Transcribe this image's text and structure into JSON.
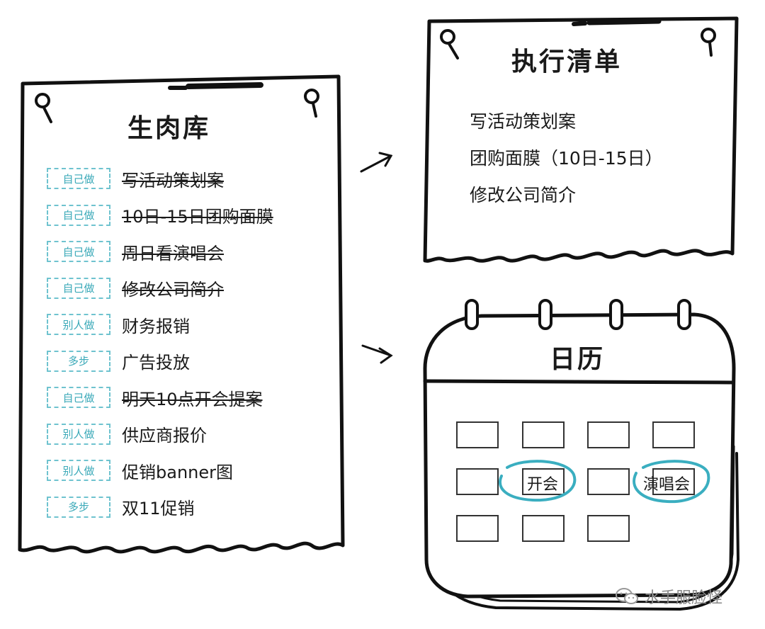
{
  "left_card": {
    "title": "生肉库",
    "items": [
      {
        "tag": "自己做",
        "text": "写活动策划案",
        "done": true
      },
      {
        "tag": "自己做",
        "text": "10日-15日团购面膜",
        "done": true
      },
      {
        "tag": "自己做",
        "text": "周日看演唱会",
        "done": true
      },
      {
        "tag": "自己做",
        "text": "修改公司简介",
        "done": true
      },
      {
        "tag": "别人做",
        "text": "财务报销",
        "done": false
      },
      {
        "tag": "多步",
        "text": "广告投放",
        "done": false
      },
      {
        "tag": "自己做",
        "text": "明天10点开会提案",
        "done": true
      },
      {
        "tag": "别人做",
        "text": "供应商报价",
        "done": false
      },
      {
        "tag": "别人做",
        "text": "促销banner图",
        "done": false
      },
      {
        "tag": "多步",
        "text": "双11促销",
        "done": false
      }
    ]
  },
  "exec_card": {
    "title": "执行清单",
    "items": [
      "写活动策划案",
      "团购面膜（10日-15日）",
      "修改公司简介"
    ]
  },
  "calendar": {
    "title": "日历",
    "events": [
      "开会",
      "演唱会"
    ]
  },
  "watermark": {
    "text": "水手服脸怪"
  },
  "colors": {
    "accent": "#3aaec0",
    "ink": "#1a1a1a"
  }
}
